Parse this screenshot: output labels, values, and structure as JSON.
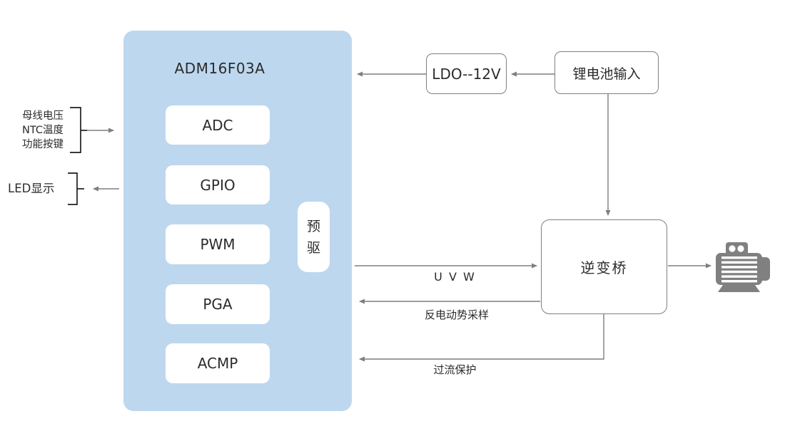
{
  "colors": {
    "chip_fill": "#BDD7EE",
    "line": "#7F7F7F",
    "bracket": "#1F1F1F",
    "text": "#2B2B2B",
    "box_border": "#7F7F7F",
    "motor": "#808080",
    "background": "#FFFFFF"
  },
  "chip": {
    "title": "ADM16F03A",
    "modules": [
      {
        "label": "ADC"
      },
      {
        "label": "GPIO"
      },
      {
        "label": "PWM"
      },
      {
        "label": "PGA"
      },
      {
        "label": "ACMP"
      }
    ],
    "predriver_label": "预驱"
  },
  "inputs": {
    "lines": [
      "母线电压",
      "NTC温度",
      "功能按键"
    ]
  },
  "led": {
    "label": "LED显示"
  },
  "power": {
    "ldo_label": "LDO--12V",
    "battery_label": "锂电池输入"
  },
  "inverter": {
    "label": "逆变桥"
  },
  "flows": {
    "uvw": "U V W",
    "bemf": "反电动势采样",
    "ocp": "过流保护"
  },
  "motor": {
    "icon": "motor-icon"
  }
}
